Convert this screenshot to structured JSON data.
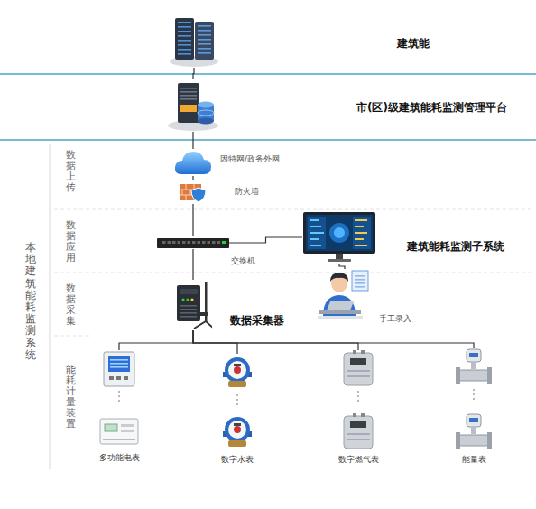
{
  "diagram": {
    "nodes": [
      {
        "text": [
          "建筑能"
        ]
      },
      {
        "text": [
          "市(区)级建筑能耗监测管理平台"
        ]
      },
      {
        "text": [
          "因特网/政务外网"
        ]
      },
      {
        "text": [
          "防火墙"
        ]
      },
      {
        "text": [
          "交换机"
        ]
      },
      {
        "text": [
          "建筑能耗监测子系统"
        ]
      },
      {
        "text": [
          "数据采集器"
        ]
      },
      {
        "text": [
          "手工录入"
        ]
      },
      {
        "text": [
          "多功能电表"
        ]
      },
      {
        "text": [
          "数字水表"
        ]
      },
      {
        "text": [
          "数字燃气表"
        ]
      },
      {
        "text": [
          "能量表"
        ]
      }
    ],
    "edges": [
      {
        "from": 0,
        "to": 1,
        "arrow": "none"
      },
      {
        "from": 1,
        "to": 2,
        "arrow": "none"
      },
      {
        "from": 2,
        "to": 3,
        "arrow": "none"
      },
      {
        "from": 3,
        "to": 4,
        "arrow": "none"
      },
      {
        "from": 4,
        "to": 5,
        "arrow": "none"
      },
      {
        "from": 4,
        "to": 6,
        "arrow": "none"
      },
      {
        "from": 5,
        "to": 7,
        "arrow": "none"
      },
      {
        "from": 6,
        "to": 8,
        "arrow": "none"
      },
      {
        "from": 6,
        "to": 9,
        "arrow": "none"
      },
      {
        "from": 6,
        "to": 10,
        "arrow": "none"
      },
      {
        "from": 6,
        "to": 11,
        "arrow": "none"
      }
    ],
    "labels": [
      "本地建筑能耗监测系统",
      "数据上传",
      "数据应用",
      "数据采集",
      "能耗计量装置"
    ]
  }
}
